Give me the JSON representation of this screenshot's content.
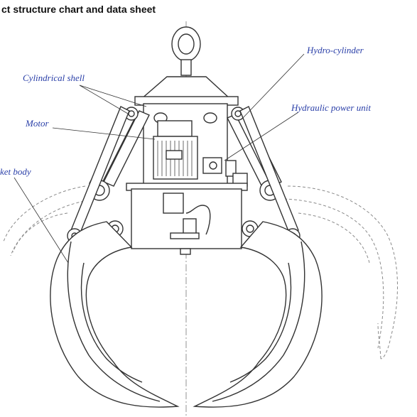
{
  "heading": "ct structure chart and data sheet",
  "labels": {
    "hydro_cylinder": "Hydro-cylinder",
    "cylindrical_shell": "Cylindrical shell",
    "hydraulic_power_unit": "Hydraulic power unit",
    "motor": "Motor",
    "bucket_body": "ket body"
  },
  "colors": {
    "callout_text": "#2a3fa8",
    "line": "#333333",
    "ghost_outline": "#8a8a8a"
  }
}
